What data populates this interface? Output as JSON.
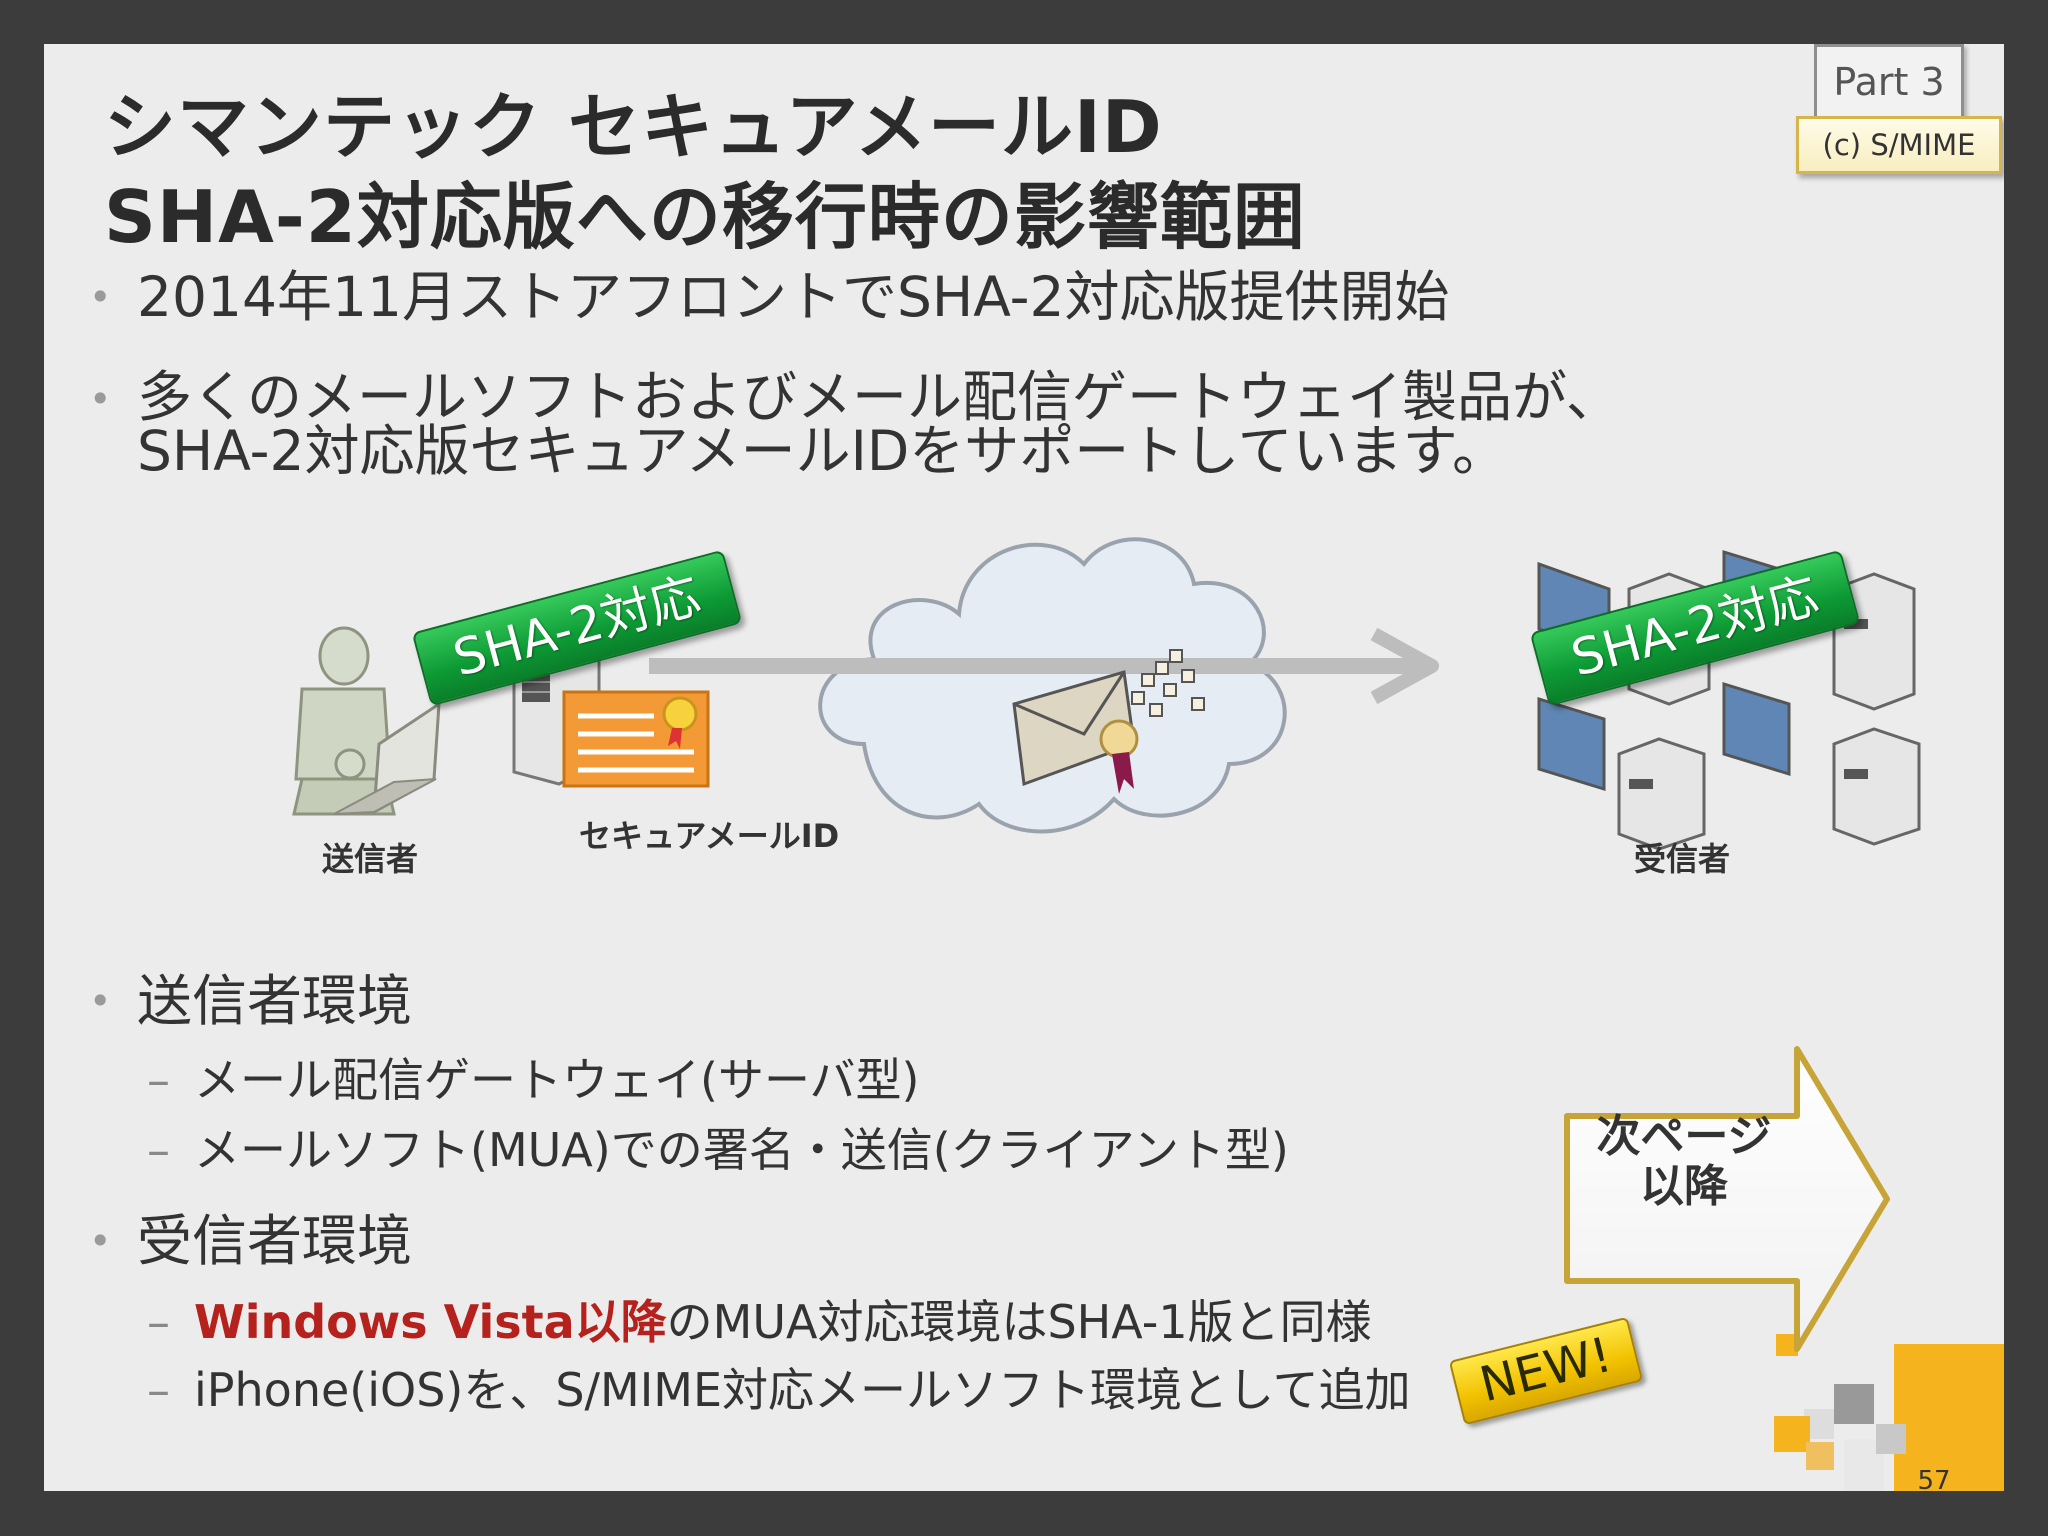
{
  "header": {
    "part_label": "Part 3",
    "section_tag": "(c) S/MIME"
  },
  "title": {
    "line1": "シマンテック セキュアメールID",
    "line2": "SHA-2対応版への移行時の影響範囲"
  },
  "bullets": [
    {
      "text": "2014年11月ストアフロントでSHA-2対応版提供開始"
    },
    {
      "line1": "多くのメールソフトおよびメール配信ゲートウェイ製品が、",
      "line2": "SHA-2対応版セキュアメールIDをサポートしています。"
    }
  ],
  "diagram": {
    "sha2_label_left": "SHA-2対応",
    "sha2_label_right": "SHA-2対応",
    "sender_label": "送信者",
    "cert_label": "セキュアメールID",
    "receiver_label": "受信者"
  },
  "sender_env": {
    "heading": "送信者環境",
    "items": [
      "メール配信ゲートウェイ(サーバ型)",
      "メールソフト(MUA)での署名・送信(クライアント型)"
    ]
  },
  "receiver_env": {
    "heading": "受信者環境",
    "item1_highlight": "Windows Vista以降",
    "item1_rest": "のMUA対応環境はSHA-1版と同様",
    "item2": "iPhone(iOS)を、S/MIME対応メールソフト環境として追加"
  },
  "dash": "–",
  "next_page": {
    "line1": "次ページ",
    "line2": "以降"
  },
  "new_badge": "NEW!",
  "page_number": "57",
  "colors": {
    "highlight_red": "#b5211c",
    "banner_green": "#0d9a35",
    "accent_yellow": "#f5b41e"
  }
}
